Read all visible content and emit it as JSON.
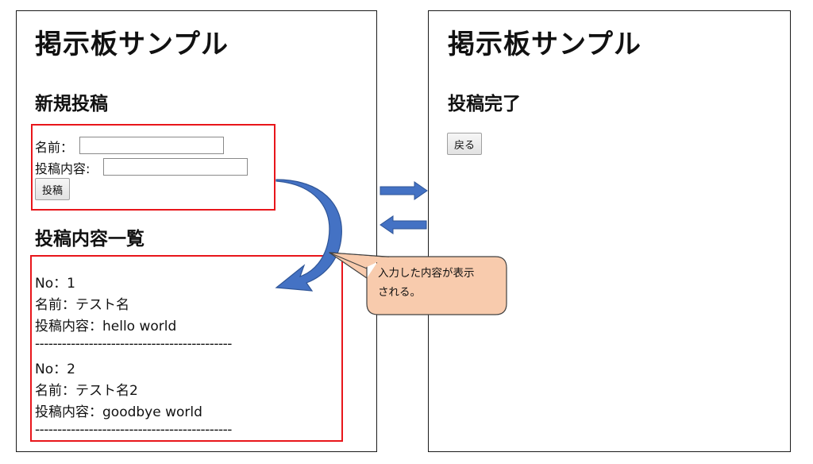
{
  "left": {
    "app_title": "掲示板サンプル",
    "new_post_heading": "新規投稿",
    "form": {
      "name_label": "名前：",
      "content_label": "投稿内容:",
      "submit_label": "投稿"
    },
    "list_heading": "投稿内容一覧",
    "posts": [
      {
        "no": "No：1",
        "name": "名前：テスト名",
        "content": "投稿内容：hello world",
        "separator": "--------------------------------------------"
      },
      {
        "no": "No：2",
        "name": "名前：テスト名2",
        "content": "投稿内容：goodbye world",
        "separator": "--------------------------------------------"
      }
    ]
  },
  "right": {
    "app_title": "掲示板サンプル",
    "complete_heading": "投稿完了",
    "back_label": "戻る"
  },
  "callout": {
    "line1": "入力した内容が表示",
    "line2": "される。"
  },
  "colors": {
    "arrow_blue": "#4472c4",
    "arrow_blue_dark": "#2f5597",
    "highlight_red": "#e8161b",
    "callout_fill": "#f8cbad",
    "callout_border": "#404040"
  }
}
